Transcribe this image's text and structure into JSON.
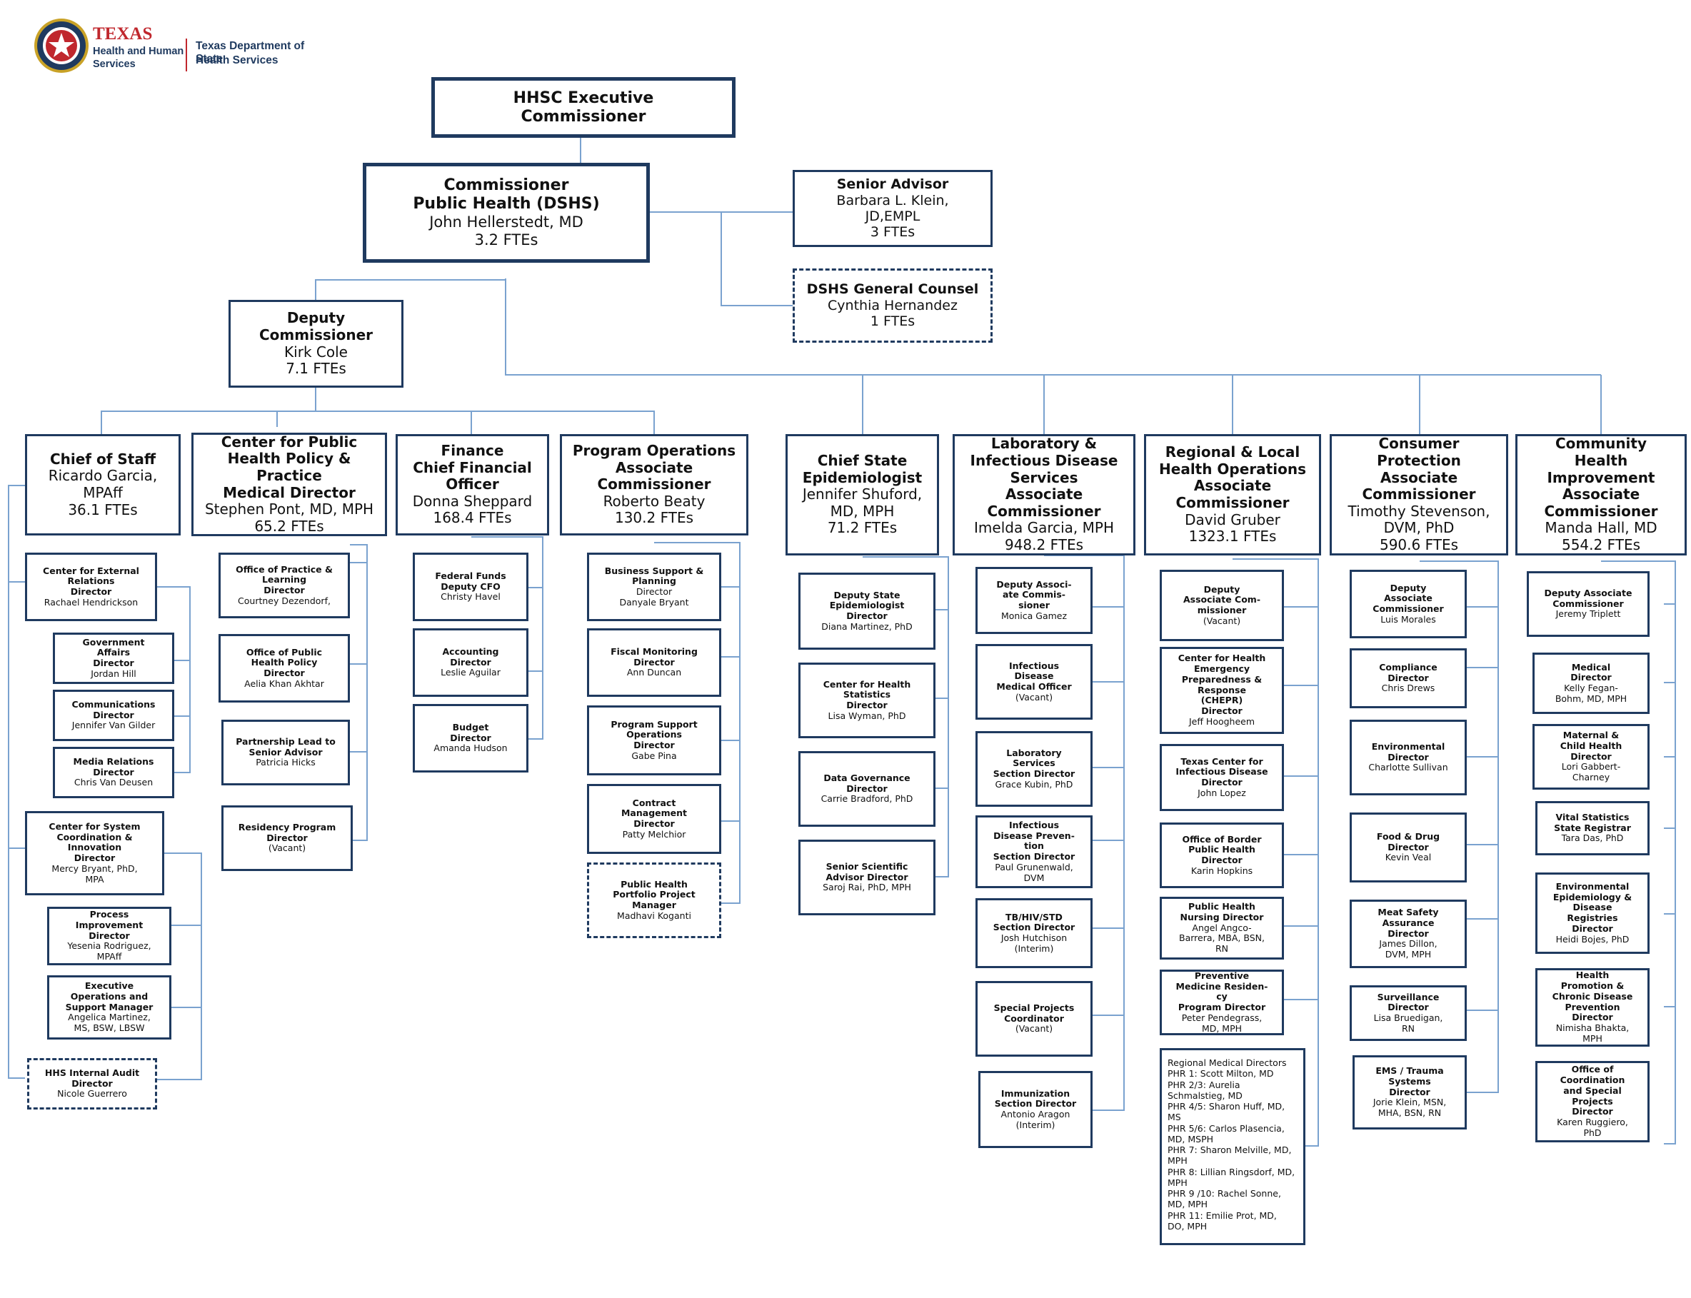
{
  "logo": {
    "texas": "TEXAS",
    "hhs_line1": "Health and Human",
    "hhs_line2": "Services",
    "dshs_line1": "Texas Department of State",
    "dshs_line2": "Health Services",
    "colors": {
      "navy": "#1f3a5f",
      "red": "#c0272d",
      "gold": "#c9a227"
    }
  },
  "colors": {
    "box_border": "#1f3a5f",
    "connector": "#7aa2cf"
  },
  "nodes": {
    "hhsc": {
      "title": "HHSC Executive\nCommissioner",
      "name": ""
    },
    "commissioner": {
      "title": "Commissioner\nPublic Health (DSHS)",
      "name": "John Hellerstedt, MD\n3.2 FTEs"
    },
    "senior_advisor": {
      "title": "Senior Advisor",
      "name": "Barbara L. Klein,\nJD,EMPL\n3 FTEs"
    },
    "general_counsel": {
      "title": "DSHS General Counsel",
      "name": "Cynthia Hernandez\n1 FTEs"
    },
    "deputy": {
      "title": "Deputy\nCommissioner",
      "name": "Kirk Cole\n7.1 FTEs"
    },
    "chief_of_staff": {
      "title": "Chief of Staff",
      "name": "Ricardo Garcia,\nMPAff\n36.1 FTEs"
    },
    "cph_policy": {
      "title": "Center for Public\nHealth Policy &\nPractice\nMedical Director",
      "name": "Stephen Pont, MD, MPH\n65.2 FTEs"
    },
    "finance": {
      "title": "Finance\nChief Financial\nOfficer",
      "name": "Donna Sheppard\n168.4 FTEs"
    },
    "prog_ops": {
      "title": "Program Operations\nAssociate\nCommissioner",
      "name": "Roberto Beaty\n130.2 FTEs"
    },
    "epi": {
      "title": "Chief State\nEpidemiologist",
      "name": "Jennifer Shuford,\nMD, MPH\n71.2 FTEs"
    },
    "lab": {
      "title": "Laboratory &\nInfectious Disease\nServices\nAssociate\nCommissioner",
      "name": "Imelda Garcia, MPH\n948.2 FTEs"
    },
    "regional": {
      "title": "Regional & Local\nHealth Operations\nAssociate\nCommissioner",
      "name": "David Gruber\n1323.1 FTEs"
    },
    "consumer": {
      "title": "Consumer\nProtection\nAssociate\nCommissioner",
      "name": "Timothy Stevenson,\nDVM, PhD\n590.6 FTEs"
    },
    "community": {
      "title": "Community\nHealth\nImprovement\nAssociate\nCommissioner",
      "name": "Manda Hall, MD\n554.2 FTEs"
    },
    "cos1": {
      "title": "Center for External\nRelations\nDirector",
      "name": "Rachael Hendrickson"
    },
    "cos1a": {
      "title": "Government\nAffairs\nDirector",
      "name": "Jordan Hill"
    },
    "cos1b": {
      "title": "Communications\nDirector",
      "name": "Jennifer Van Gilder"
    },
    "cos1c": {
      "title": "Media Relations\nDirector",
      "name": "Chris Van Deusen"
    },
    "cos2": {
      "title": "Center for System\nCoordination &\nInnovation\nDirector",
      "name": "Mercy Bryant, PhD,\nMPA"
    },
    "cos2a": {
      "title": "Process\nImprovement\nDirector",
      "name": "Yesenia Rodriguez,\nMPAff"
    },
    "cos2b": {
      "title": "Executive\nOperations and\nSupport Manager",
      "name": "Angelica Martinez,\nMS, BSW, LBSW"
    },
    "cos3": {
      "title": "HHS Internal Audit\nDirector",
      "name": "Nicole Guerrero"
    },
    "pol1": {
      "title": "Office of Practice &\nLearning\nDirector",
      "name": "Courtney Dezendorf,"
    },
    "pol2": {
      "title": "Office of Public\nHealth Policy\nDirector",
      "name": "Aelia Khan Akhtar"
    },
    "pol3": {
      "title": "Partnership Lead to\nSenior Advisor",
      "name": "Patricia Hicks"
    },
    "pol4": {
      "title": "Residency Program\nDirector",
      "name": "(Vacant)"
    },
    "fin1": {
      "title": "Federal Funds\nDeputy CFO",
      "name": "Christy Havel"
    },
    "fin2": {
      "title": "Accounting\nDirector",
      "name": "Leslie Aguilar"
    },
    "fin3": {
      "title": "Budget\nDirector",
      "name": "Amanda Hudson"
    },
    "po1": {
      "title": "Business Support &\nPlanning",
      "name": "Director\nDanyale Bryant"
    },
    "po2": {
      "title": "Fiscal Monitoring\nDirector",
      "name": "Ann Duncan"
    },
    "po3": {
      "title": "Program Support\nOperations\nDirector",
      "name": "Gabe Pina"
    },
    "po4": {
      "title": "Contract\nManagement\nDirector",
      "name": "Patty Melchior"
    },
    "po5": {
      "title": "Public Health\nPortfolio Project\nManager",
      "name": "Madhavi Koganti"
    },
    "ep1": {
      "title": "Deputy State\nEpidemiologist\nDirector",
      "name": "Diana Martinez, PhD"
    },
    "ep2": {
      "title": "Center for Health\nStatistics\nDirector",
      "name": "Lisa Wyman, PhD"
    },
    "ep3": {
      "title": "Data Governance\nDirector",
      "name": "Carrie Bradford, PhD"
    },
    "ep4": {
      "title": "Senior Scientific\nAdvisor Director",
      "name": "Saroj Rai, PhD, MPH"
    },
    "lb1": {
      "title": "Deputy Associ-\nate Commis-\nsioner",
      "name": "Monica Gamez"
    },
    "lb2": {
      "title": "Infectious\nDisease\nMedical Officer",
      "name": "(Vacant)"
    },
    "lb3": {
      "title": "Laboratory\nServices\nSection Director",
      "name": "Grace Kubin, PhD"
    },
    "lb4": {
      "title": "Infectious\nDisease Preven-\ntion\nSection Director",
      "name": "Paul Grunenwald,\nDVM"
    },
    "lb5": {
      "title": "TB/HIV/STD\nSection Director",
      "name": "Josh Hutchison\n(Interim)"
    },
    "lb6": {
      "title": "Special Projects\nCoordinator",
      "name": "(Vacant)"
    },
    "lb7": {
      "title": "Immunization\nSection Director",
      "name": "Antonio Aragon\n(Interim)"
    },
    "rg1": {
      "title": "Deputy\nAssociate Com-\nmissioner",
      "name": "(Vacant)"
    },
    "rg2": {
      "title": "Center for Health\nEmergency\nPreparedness &\nResponse\n(CHEPR)\nDirector",
      "name": "Jeff Hoogheem"
    },
    "rg3": {
      "title": "Texas Center for\nInfectious Disease\nDirector",
      "name": "John Lopez"
    },
    "rg4": {
      "title": "Office of Border\nPublic Health\nDirector",
      "name": "Karin Hopkins"
    },
    "rg5": {
      "title": "Public Health\nNursing Director",
      "name": "Angel Angco-\nBarrera, MBA, BSN,\nRN"
    },
    "rg6": {
      "title": "Preventive\nMedicine Residen-\ncy\nProgram Director",
      "name": "Peter Pendegrass,\nMD, MPH"
    },
    "rg7": {
      "title": "",
      "name": "Regional Medical Directors\nPHR 1:  Scott Milton, MD\nPHR 2/3:  Aurelia\nSchmalstieg, MD\nPHR 4/5:  Sharon Huff, MD,\nMS\nPHR 5/6:  Carlos Plasencia,\nMD, MSPH\nPHR 7:  Sharon Melville, MD,\nMPH\nPHR 8:  Lillian Ringsdorf, MD,\nMPH\nPHR 9 /10:  Rachel Sonne,\nMD, MPH\nPHR 11:  Emilie Prot, MD,\nDO, MPH"
    },
    "cp1": {
      "title": "Deputy\nAssociate\nCommissioner",
      "name": "Luis Morales"
    },
    "cp2": {
      "title": "Compliance\nDirector",
      "name": "Chris Drews"
    },
    "cp3": {
      "title": "Environmental\nDirector",
      "name": "Charlotte Sullivan"
    },
    "cp4": {
      "title": "Food & Drug\nDirector",
      "name": "Kevin Veal"
    },
    "cp5": {
      "title": "Meat Safety\nAssurance\nDirector",
      "name": "James Dillon,\nDVM, MPH"
    },
    "cp6": {
      "title": "Surveillance\nDirector",
      "name": "Lisa Bruedigan,\nRN"
    },
    "cp7": {
      "title": "EMS / Trauma\nSystems\nDirector",
      "name": "Jorie Klein, MSN,\nMHA, BSN, RN"
    },
    "ch1": {
      "title": "Deputy Associate\nCommissioner",
      "name": "Jeremy Triplett"
    },
    "ch2": {
      "title": "Medical\nDirector",
      "name": "Kelly Fegan-\nBohm, MD, MPH"
    },
    "ch3": {
      "title": "Maternal &\nChild Health\nDirector",
      "name": "Lori Gabbert-\nCharney"
    },
    "ch4": {
      "title": "Vital Statistics\nState Registrar",
      "name": "Tara Das, PhD"
    },
    "ch5": {
      "title": "Environmental\nEpidemiology &\nDisease\nRegistries\nDirector",
      "name": "Heidi Bojes, PhD"
    },
    "ch6": {
      "title": "Health\nPromotion &\nChronic Disease\nPrevention\nDirector",
      "name": "Nimisha Bhakta,\nMPH"
    },
    "ch7": {
      "title": "Office of\nCoordination\nand Special\nProjects\nDirector",
      "name": "Karen Ruggiero,\nPhD"
    }
  }
}
